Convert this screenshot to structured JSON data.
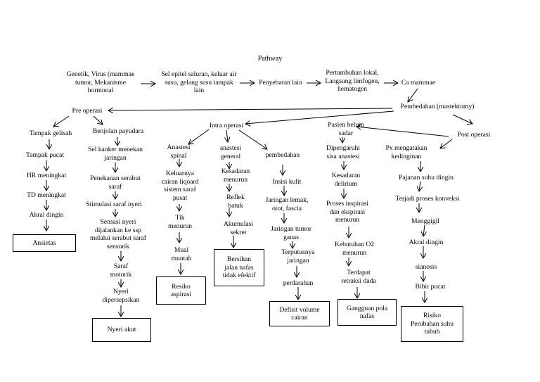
{
  "title": "Pathway",
  "top": {
    "etiologi": "Genetik, Virus (mammae\ntumor, Mekanisme\nhormonal",
    "sel_epitel": "Sel epitel saluran, keluar air\nsusu, gelang susu tampak\nlain",
    "penyebaran": "Penyebaran lain",
    "pertumbuhan": "Pertumbuhan lokal,\nLangsung limfogen,\nhematogen",
    "ca_mammae": "Ca mammae",
    "pembedahan": "Pembedahan (mastektomy)"
  },
  "pre_operasi": {
    "label": "Pre operasi",
    "left_chain": [
      "Tampak gelisah",
      "Tampak pucat",
      "HR meningkat",
      "TD meningkat",
      "Akral dingin"
    ],
    "left_dx": "Ansietas",
    "right_chain": [
      "Benjolan payudara",
      "Sel kanker menekan\njaringan",
      "Penekanan serabut\nsaraf",
      "Stimulasi saraf nyeri",
      "Sensasi nyeri\ndijalankan ke ssp\nmelalui serabut saraf\nsensorik",
      "Saraf\nmotorik",
      "Nyeri\ndipersepsikan"
    ],
    "right_dx": "Nyeri akut"
  },
  "intra_operasi": {
    "label": "Intra operasi",
    "spinal_chain": [
      "Anastesi\nspinal",
      "Keluarnya\ncairan liqoard\nsistem saraf\npusat",
      "Tik\nmenurun",
      "Mual\nmuntah"
    ],
    "spinal_dx": "Resiko\naspirasi",
    "general_chain": [
      "anastesi\ngeneral",
      "Kesadaran\nmenurun",
      "Reflek\nbatuk",
      "Akumulasi\nsekret"
    ],
    "general_dx": "Bersihan\njalan nafas\ntidak efektif",
    "bedah_chain": [
      "pembedahan",
      "Insisi kulit",
      "Jaringan lemak,\notot, fascia",
      "Jaringan tumor\nganas",
      "Terputusnya\njaringan",
      "perdarahan"
    ],
    "bedah_dx": "Defisit volume\ncairan"
  },
  "post_operasi": {
    "label": "Post operasi",
    "sadar_chain": [
      "Pasien belum\nsadar",
      "Dipengaruhi\nsisa anastesi",
      "Kesadaran\ndelirium",
      "Proses inspirasi\ndan ekspirasi\nmenurun",
      "Kebutuhan O2\nmenurun",
      "Terdapat\nretraksi dada"
    ],
    "sadar_dx": "Gangguan pola\nnafas",
    "suhu_chain": [
      "Px mengatakan\nkedinginan",
      "Pajanan suhu dingin",
      "Terjadi proses konveksi",
      "Menggigil",
      "Akral dingin",
      "sianosis",
      "Bibir pucat"
    ],
    "suhu_dx": "Risiko\nPerubahan suhu\ntubuh"
  }
}
